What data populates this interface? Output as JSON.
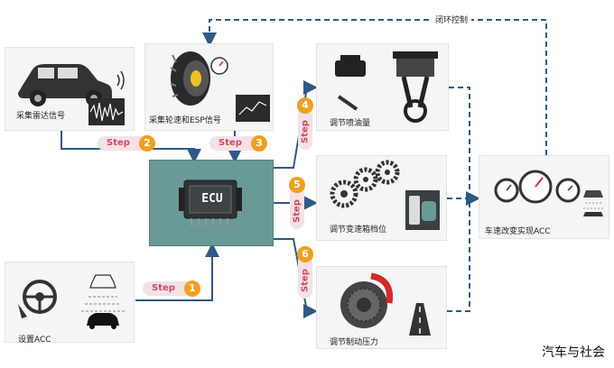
{
  "top_loop": {
    "label": "闭环控制"
  },
  "inputs": {
    "radar": {
      "label": "采集雷达信号"
    },
    "wheel": {
      "label": "采集轮速和ESP信号"
    },
    "acc": {
      "label": "设置ACC"
    }
  },
  "ecu": {
    "label": "ECU"
  },
  "outputs": {
    "fuel": {
      "label": "调节喷油量"
    },
    "gear": {
      "label": "调节变速箱档位"
    },
    "brake": {
      "label": "调节制动压力"
    }
  },
  "result": {
    "label": "车速改变实现ACC"
  },
  "steps": {
    "s1": {
      "text": "Step",
      "num": "1"
    },
    "s2": {
      "text": "Step",
      "num": "2"
    },
    "s3": {
      "text": "Step",
      "num": "3"
    },
    "s4": {
      "text": "Step",
      "num": "4"
    },
    "s5": {
      "text": "Step",
      "num": "5"
    },
    "s6": {
      "text": "Step",
      "num": "6"
    }
  },
  "colors": {
    "step_num": "#f0a020",
    "line": "#2f5a86",
    "ecu_bg": "#6a9a96"
  },
  "watermark": "汽车与社会"
}
